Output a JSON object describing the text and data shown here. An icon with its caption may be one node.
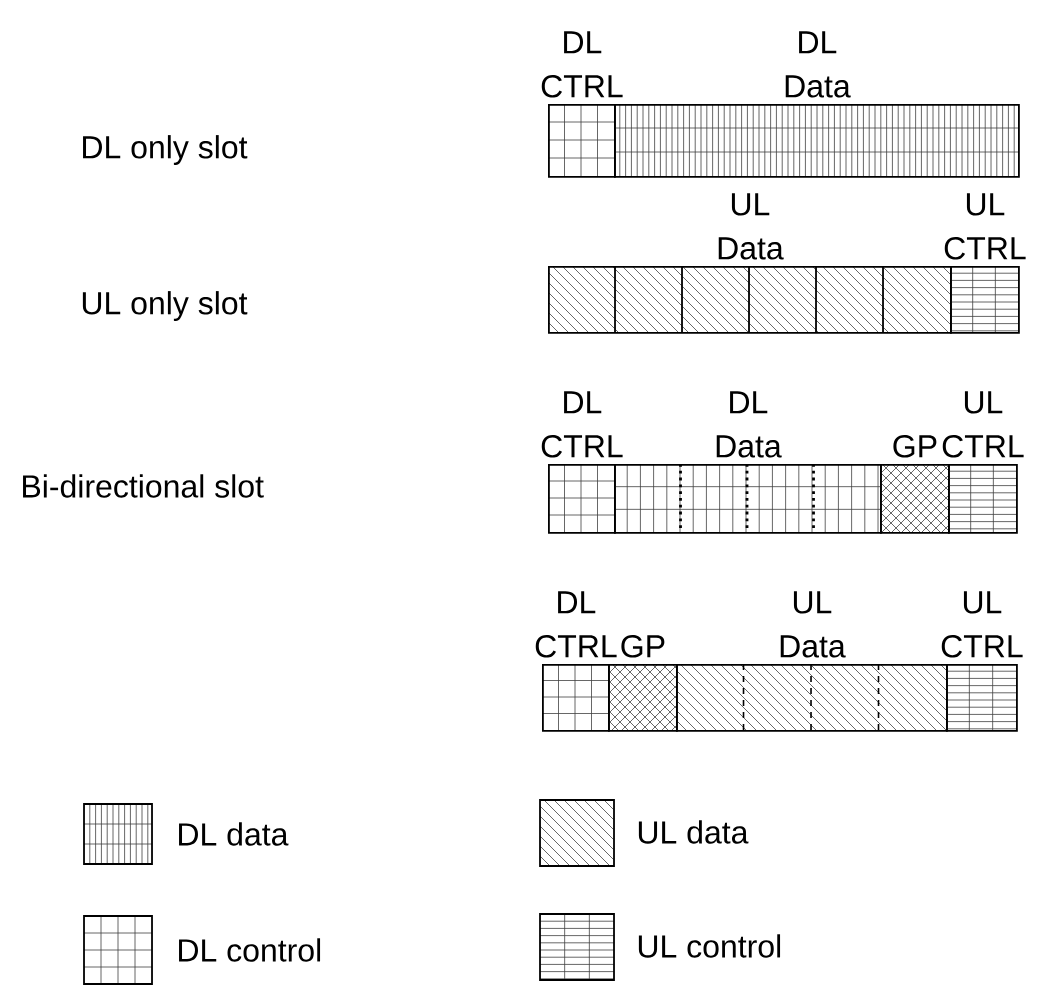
{
  "diagram": {
    "nodes": [
      {
        "text": [
          "DL CTRL"
        ]
      },
      {
        "text": [
          "DL Data"
        ]
      },
      {
        "text": [
          "UL Data"
        ]
      },
      {
        "text": [
          "UL CTRL"
        ]
      },
      {
        "text": [
          "DL CTRL"
        ]
      },
      {
        "text": [
          "DL Data"
        ]
      },
      {
        "text": [
          "GP"
        ]
      },
      {
        "text": [
          "UL CTRL"
        ]
      },
      {
        "text": [
          "DL CTRL"
        ]
      },
      {
        "text": [
          "GP"
        ]
      },
      {
        "text": [
          "UL Data"
        ]
      },
      {
        "text": [
          "UL CTRL"
        ]
      }
    ],
    "labels": [
      "DL only slot",
      "UL only slot",
      "Bi-directional slot"
    ],
    "legend": [
      {
        "text": "DL data"
      },
      {
        "text": "UL data"
      },
      {
        "text": "DL control"
      },
      {
        "text": "UL control"
      }
    ]
  }
}
